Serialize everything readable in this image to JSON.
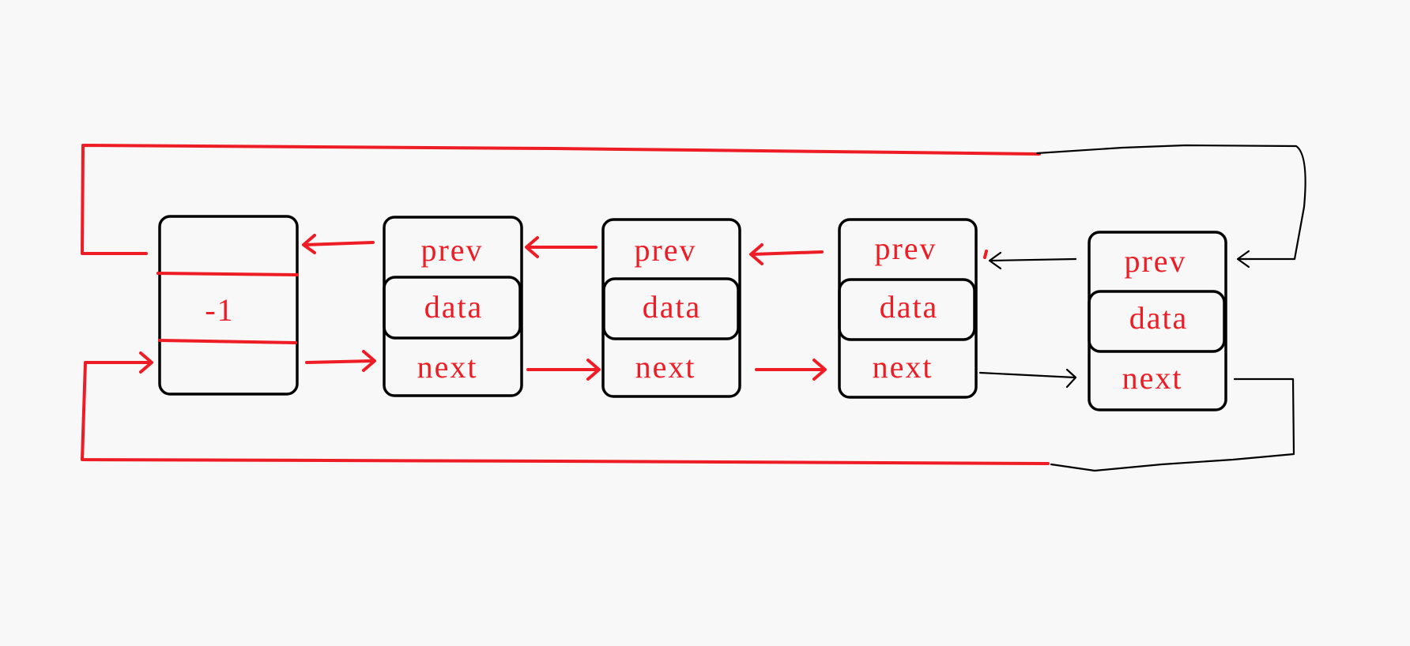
{
  "head_node": {
    "value": "-1"
  },
  "nodes": [
    {
      "prev": "prev",
      "data": "data",
      "next": "next"
    },
    {
      "prev": "prev",
      "data": "data",
      "next": "next"
    },
    {
      "prev": "prev",
      "data": "data",
      "next": "next"
    },
    {
      "prev": "prev",
      "data": "data",
      "next": "next"
    }
  ],
  "colors": {
    "background": "#f8f8f8",
    "box_outline": "#000000",
    "text_and_links": "#ee1c24",
    "tail_links": "#000000"
  }
}
